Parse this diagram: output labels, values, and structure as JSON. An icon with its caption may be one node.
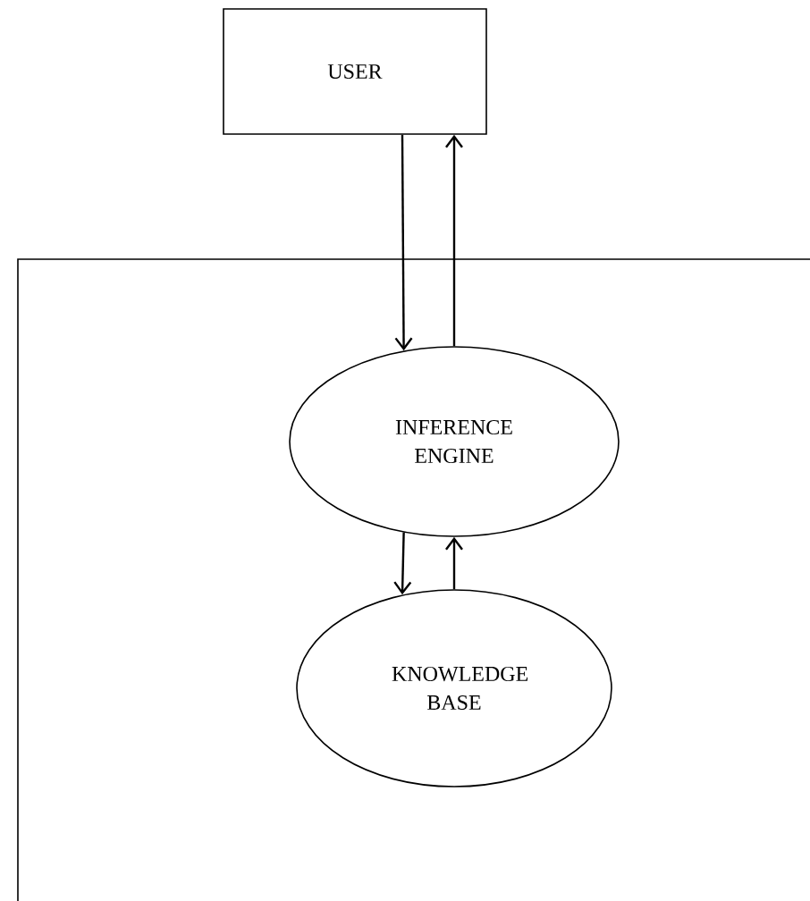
{
  "diagram": {
    "nodes": [
      {
        "text": [
          "USER"
        ]
      },
      {
        "text": [],
        "shape": "box"
      },
      {
        "text": [
          "INFERENCE ENGINE"
        ],
        "in": 1
      },
      {
        "text": [
          "KNOWLEDGE BASE"
        ],
        "in": 1
      }
    ],
    "edges": [
      {
        "from": 0,
        "to": 2,
        "arrow": "to"
      },
      {
        "from": 2,
        "to": 0,
        "arrow": "to"
      },
      {
        "from": 2,
        "to": 3,
        "arrow": "to"
      },
      {
        "from": 3,
        "to": 2,
        "arrow": "to"
      }
    ]
  }
}
